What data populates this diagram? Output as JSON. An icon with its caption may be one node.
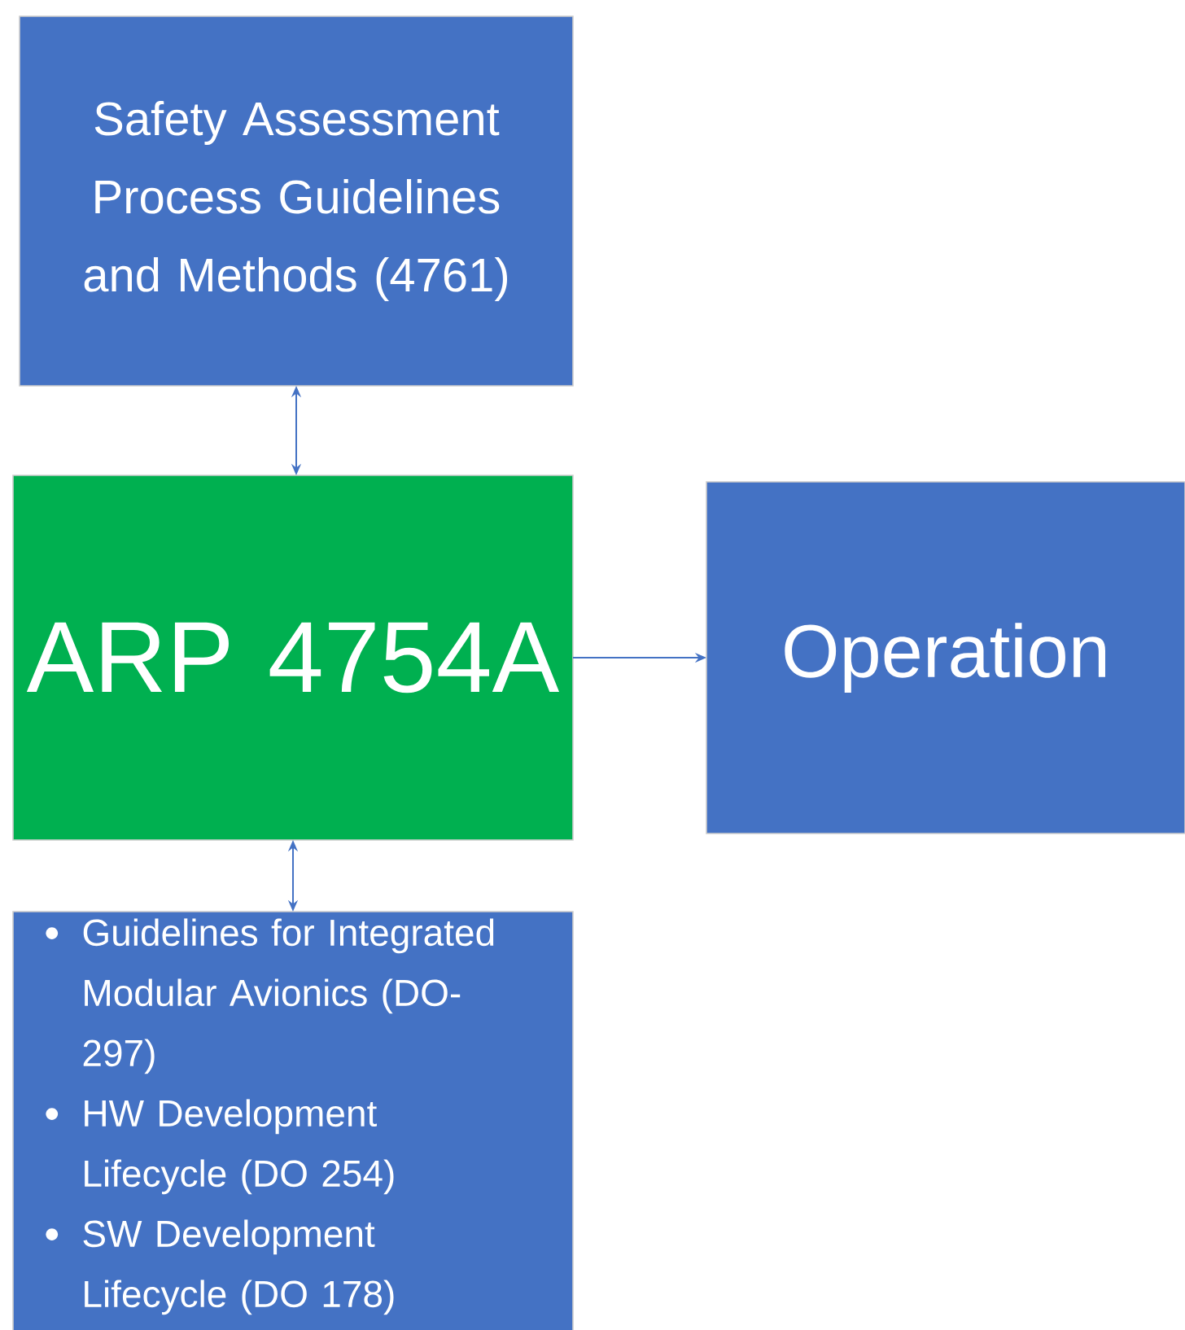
{
  "diagram": {
    "nodes": [
      {
        "text": [
          "Safety Assessment Process Guidelines and Methods (4761)"
        ]
      },
      {
        "text": [
          "ARP 4754A"
        ]
      },
      {
        "text": [
          "Operation"
        ]
      },
      {
        "text": [
          "Guidelines for Integrated Modular Avionics (DO-297)",
          "HW Development Lifecycle (DO 254)",
          "SW Development Lifecycle (DO 178)"
        ]
      }
    ],
    "edges": [
      {
        "from": 0,
        "to": 1,
        "arrow": "both"
      },
      {
        "from": 1,
        "to": 2,
        "arrow": "to"
      },
      {
        "from": 1,
        "to": 3,
        "arrow": "both"
      }
    ]
  }
}
